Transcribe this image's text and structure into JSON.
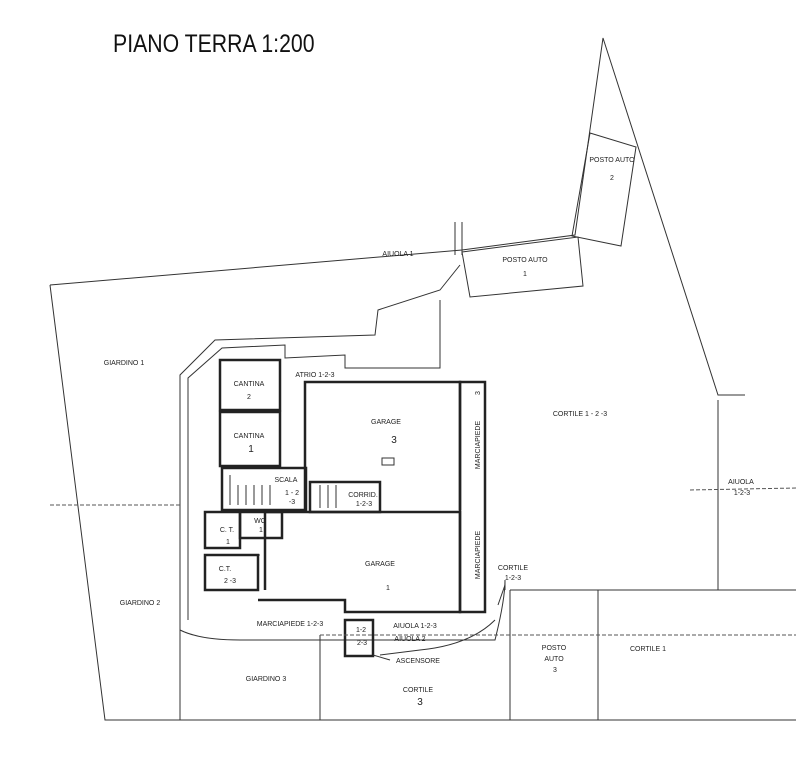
{
  "title": "PIANO TERRA 1:200",
  "labels": {
    "posto_auto_2": [
      "POSTO AUTO",
      "2"
    ],
    "posto_auto_1": [
      "POSTO AUTO",
      "1"
    ],
    "posto_auto_3": [
      "POSTO",
      "AUTO",
      "3"
    ],
    "aiuola_1": "AIUOLA 1",
    "giardino_1": "GIARDINO 1",
    "giardino_2": "GIARDINO  2",
    "giardino_3": "GIARDINO  3",
    "atrio": "ATRIO  1-2-3",
    "cantina_2": [
      "CANTINA",
      "2"
    ],
    "cantina_1": [
      "CANTINA",
      "1"
    ],
    "garage_3": [
      "GARAGE",
      "3"
    ],
    "garage_1": [
      "GARAGE",
      "1"
    ],
    "scala": [
      "SCALA",
      "1 - 2",
      "-3"
    ],
    "corridoio": [
      "CORRID.",
      "1-2-3"
    ],
    "wc": [
      "WC",
      "1"
    ],
    "ct_1": [
      "C. T.",
      "1"
    ],
    "ct_23": [
      "C.T.",
      "2 -3"
    ],
    "marciapiede_v": "MARCIAPIEDE",
    "marciapiede_v_num": "3",
    "marciapiede_v2": "MARCIAPIEDE",
    "marciapiede_h": "MARCIAPIEDE   1-2-3",
    "cortile_123": "CORTILE    1 - 2 -3",
    "cortile_123_b": [
      "CORTILE",
      "1-2-3"
    ],
    "aiuola_123_right": [
      "AIUOLA",
      "1-2-3"
    ],
    "aiuola_123": "AIUOLA  1-2-3",
    "aiuola_2": "AIUOLA  2",
    "ascensore": "ASCENSORE",
    "ascensore_units": [
      "1-2",
      "2-3"
    ],
    "cortile_3": [
      "CORTILE",
      "3"
    ],
    "cortile_1": "CORTILE  1"
  }
}
